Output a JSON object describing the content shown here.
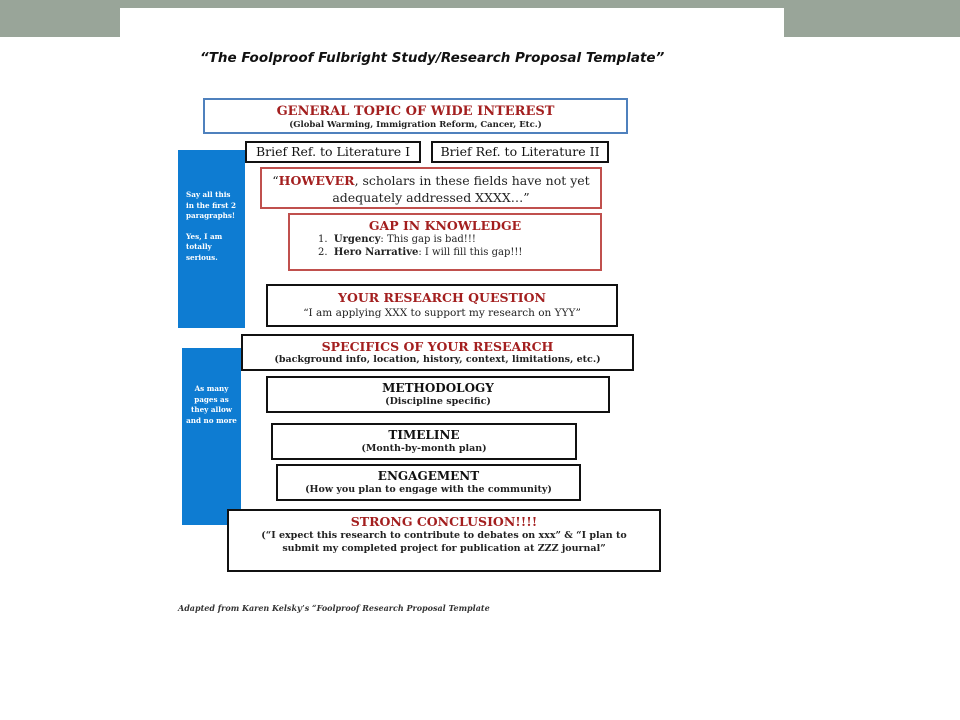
{
  "title": "“The Foolproof Fulbright Study/Research Proposal Template”",
  "general": {
    "heading": "GENERAL TOPIC OF WIDE INTEREST",
    "sub": "(Global Warming, Immigration Reform, Cancer, Etc.)"
  },
  "lit1": "Brief Ref. to Literature I",
  "lit2": "Brief Ref. to Literature II",
  "however": {
    "open_quote": "“",
    "emph": "HOWEVER",
    "rest": ", scholars in these fields have not yet adequately addressed XXXX…”"
  },
  "gap": {
    "heading": "GAP IN KNOWLEDGE",
    "items": [
      {
        "num": "1.",
        "label": "Urgency",
        "text": ": This gap is bad!!!"
      },
      {
        "num": "2.",
        "label": "Hero Narrative",
        "text": ": I will fill this gap!!!"
      }
    ]
  },
  "side1": {
    "line1": "Say all this in the first 2 paragraphs!",
    "line2": "Yes, I am totally serious."
  },
  "side2": {
    "text": "As many pages as they allow and no more"
  },
  "question": {
    "heading": "YOUR RESEARCH QUESTION",
    "sub": "“I am applying XXX to support my research on YYY”"
  },
  "specifics": {
    "heading": "SPECIFICS OF YOUR RESEARCH",
    "sub": "(background info, location, history, context, limitations, etc.)"
  },
  "methodology": {
    "heading": "METHODOLOGY",
    "sub": "(Discipline specific)"
  },
  "timeline": {
    "heading": "TIMELINE",
    "sub": "(Month-by-month plan)"
  },
  "engagement": {
    "heading": "ENGAGEMENT",
    "sub": "(How you plan to engage with the community)"
  },
  "conclusion": {
    "heading": "STRONG CONCLUSION!!!!",
    "sub": "(“I expect this research to contribute to debates on xxx” & “I plan to submit my completed project for publication at ZZZ journal”"
  },
  "footer": "Adapted from Karen Kelsky’s “Foolproof Research Proposal Template"
}
